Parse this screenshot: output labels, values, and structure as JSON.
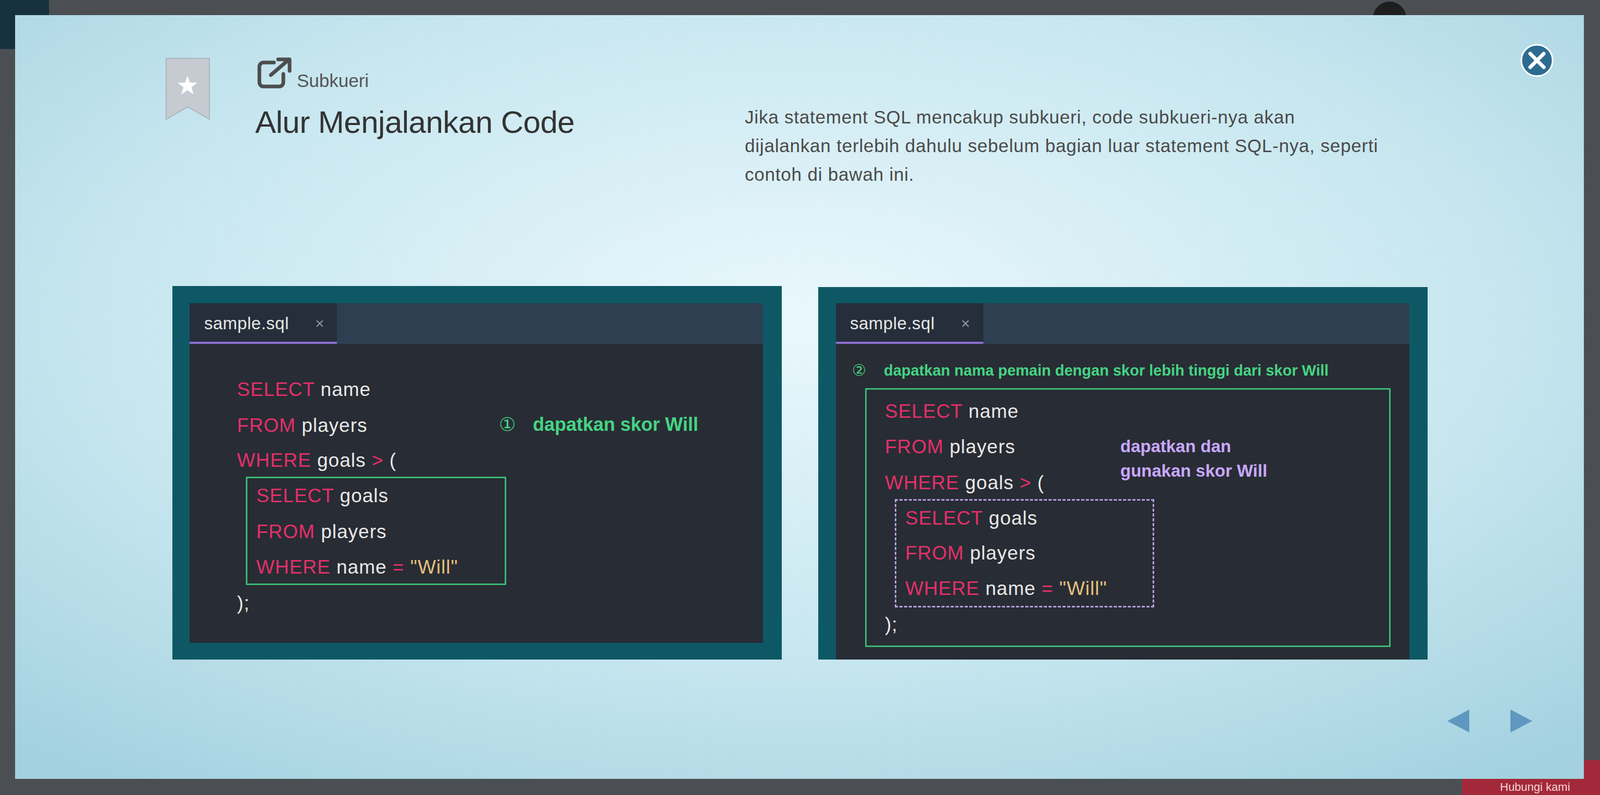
{
  "diagram": {
    "title": "Alur Menjalankan Code",
    "nodes": [
      {
        "text": [
          "sample.sql",
          "SELECT name",
          "FROM players",
          "WHERE goals > (",
          ");"
        ]
      },
      {
        "text": [
          "SELECT goals",
          "FROM players",
          "WHERE name = \"Will\""
        ],
        "in": 0
      },
      {
        "text": [
          "sample.sql"
        ]
      },
      {
        "text": [
          "dapatkan nama pemain dengan skor lebih tinggi dari skor Will",
          "SELECT name",
          "FROM players",
          "WHERE goals > (",
          ");"
        ],
        "in": 2
      },
      {
        "text": [
          "SELECT goals",
          "FROM players",
          "WHERE name = \"Will\""
        ],
        "in": 3
      }
    ],
    "labels": [
      "Subkueri",
      "Jika statement SQL mencakup subkueri, code subkueri-nya akan dijalankan terlebih dahulu sebelum bagian luar statement SQL-nya, seperti contoh di bawah ini.",
      "①",
      "dapatkan skor Will",
      "②",
      "dapatkan dan gunakan skor Will",
      "×",
      "×",
      "Hubungi kami"
    ]
  }
}
